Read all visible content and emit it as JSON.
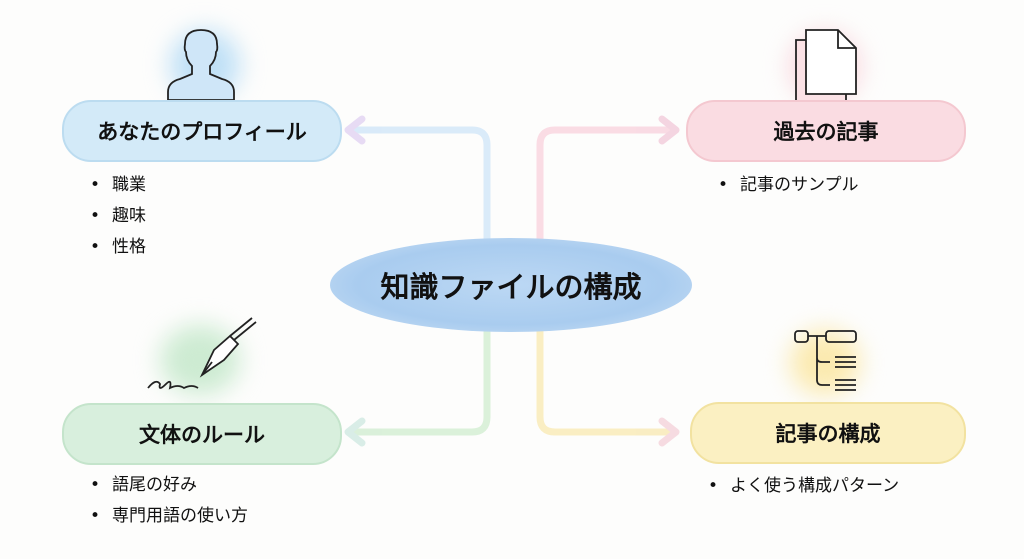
{
  "center": {
    "title": "知識ファイルの構成"
  },
  "nodes": {
    "profile": {
      "label": "あなたのプロフィール",
      "items": [
        "職業",
        "趣味",
        "性格"
      ],
      "icon": "person-icon",
      "color": "#d3eaf8"
    },
    "past": {
      "label": "過去の記事",
      "items": [
        "記事のサンプル"
      ],
      "icon": "documents-icon",
      "color": "#fadce2"
    },
    "style": {
      "label": "文体のルール",
      "items": [
        "語尾の好み",
        "専門用語の使い方"
      ],
      "icon": "fountain-pen-icon",
      "color": "#d8efdd"
    },
    "structure": {
      "label": "記事の構成",
      "items": [
        "よく使う構成パターン"
      ],
      "icon": "tree-structure-icon",
      "color": "#fbf0c2"
    }
  }
}
